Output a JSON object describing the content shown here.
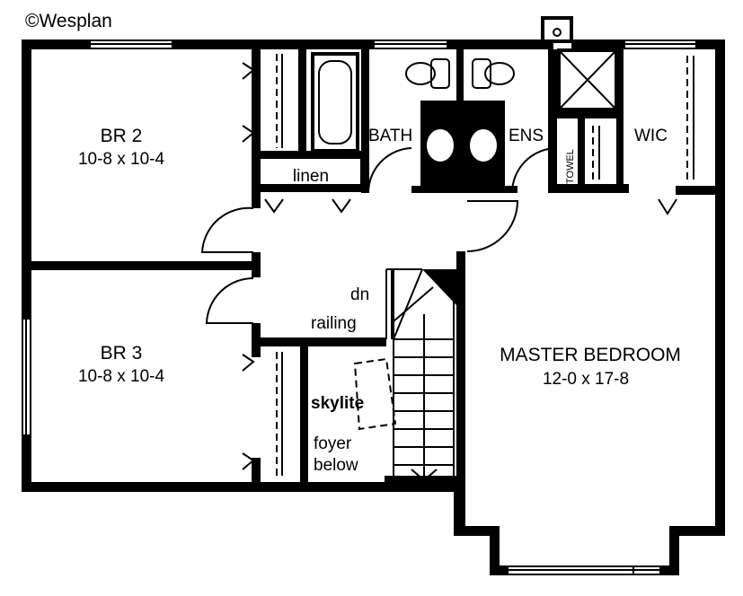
{
  "copyright": "©Wesplan",
  "rooms": {
    "br2": {
      "name": "BR 2",
      "dims": "10-8 x 10-4"
    },
    "br3": {
      "name": "BR 3",
      "dims": "10-8 x 10-4"
    },
    "master": {
      "name": "MASTER BEDROOM",
      "dims": "12-0 x 17-8"
    }
  },
  "labels": {
    "bath": "BATH",
    "ens": "ENS",
    "wic": "WIC",
    "towel": "TOWEL",
    "linen": "linen",
    "dn": "dn",
    "railing": "railing",
    "skylite": "skylite",
    "foyer": "foyer",
    "below": "below"
  }
}
